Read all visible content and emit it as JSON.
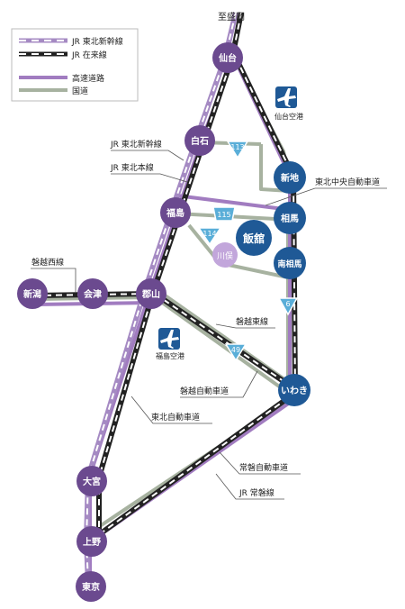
{
  "legend": {
    "items": [
      {
        "key": "shinkansen",
        "label": "JR 東北新幹線"
      },
      {
        "key": "zairai",
        "label": "JR 在来線"
      },
      {
        "key": "expressway",
        "label": "高速道路"
      },
      {
        "key": "national",
        "label": "国道"
      }
    ]
  },
  "colors": {
    "purple_dark": "#6b4a8f",
    "purple_light": "#a58ac3",
    "road_purple": "#a17cc0",
    "road_gray": "#a7b2a0",
    "city_blue": "#1f5996",
    "rail_black": "#222222",
    "route_sign": "#5aaed8",
    "kawamata": "#c2a6db"
  },
  "top_label": "至盛岡",
  "cities": {
    "sendai": "仙台",
    "shiroishi": "白石",
    "fukushima": "福島",
    "koriyama": "郡山",
    "niigata": "新潟",
    "aizu": "会津",
    "omiya": "大宮",
    "ueno": "上野",
    "tokyo": "東京",
    "shinchi": "新地",
    "soma": "相馬",
    "minamisoma": "南相馬",
    "iwaki": "いわき",
    "iitate": "飯舘",
    "kawamata": "川俣"
  },
  "airports": {
    "sendai": "仙台空港",
    "fukushima": "福島空港"
  },
  "line_labels": {
    "tohoku_shinkansen": "JR 東北新幹線",
    "tohoku_honsen": "JR 東北本線",
    "tohoku_chuo": "東北中央自動車道",
    "banetsu_west": "磐越西線",
    "banetsu_east": "磐越東線",
    "banetsu_expressway": "磐越自動車道",
    "tohoku_expressway": "東北自動車道",
    "joban_expressway": "常磐自動車道",
    "joban_line": "JR 常磐線"
  },
  "routes": {
    "r113": "113",
    "r115": "115",
    "r114": "114",
    "r6": "6",
    "r49": "49"
  }
}
